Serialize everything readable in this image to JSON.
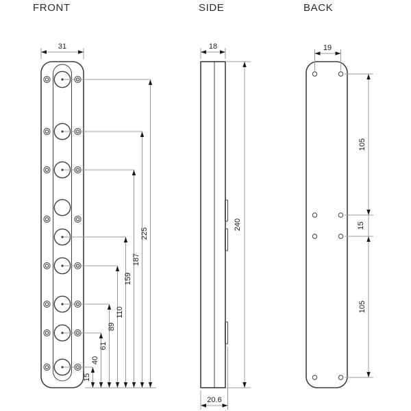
{
  "drawing": {
    "background": "#ffffff",
    "outline_color": "#3f3f3f",
    "dim_line_color": "#9b9b9b",
    "dim_text_color": "#1a1a1a",
    "views": {
      "front": {
        "title": "FRONT",
        "width_dim": "31",
        "height_dims_from_bottom": [
          "15",
          "40",
          "61",
          "89",
          "110",
          "159",
          "187",
          "225"
        ]
      },
      "side": {
        "title": "SIDE",
        "width_dim": "18",
        "height_dim": "240",
        "bottom_width_dim": "20.6"
      },
      "back": {
        "title": "BACK",
        "hole_span_dim": "19",
        "vertical_dims": [
          "105",
          "15",
          "105"
        ]
      }
    }
  }
}
